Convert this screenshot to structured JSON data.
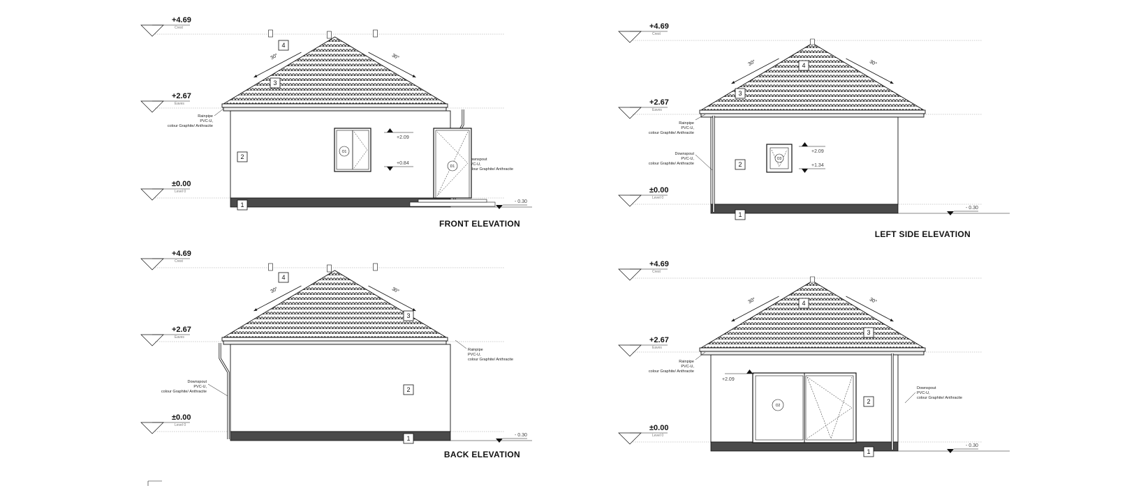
{
  "elevations": [
    {
      "title": "FRONT ELEVATION",
      "levels": [
        {
          "value": "+4.69",
          "label": "Crest"
        },
        {
          "value": "+2.67",
          "label": "Eaves"
        },
        {
          "value": "±0.00",
          "label": "Level 0"
        }
      ],
      "ground_level": "- 0.30",
      "roof_pitch": [
        "30°",
        "30°"
      ],
      "callouts": [
        "4",
        "3",
        "2",
        "1"
      ],
      "annotations": {
        "rainpipe": [
          "Rainpipe",
          "PVC-U,",
          "colour Graphite/ Anthracite"
        ],
        "downspout": [
          "Downspout",
          "PVC-U,",
          "colour Graphite/ Anthracite"
        ]
      },
      "openings": [
        {
          "tag": "O1",
          "type": "window",
          "head": "+2.09",
          "sill": "+0.84"
        },
        {
          "tag": "D1",
          "type": "door"
        }
      ]
    },
    {
      "title": "LEFT SIDE ELEVATION",
      "levels": [
        {
          "value": "+4.69",
          "label": "Crest"
        },
        {
          "value": "+2.67",
          "label": "Eaves"
        },
        {
          "value": "±0.00",
          "label": "Level 0"
        }
      ],
      "ground_level": "- 0.30",
      "roof_pitch": [
        "30°",
        "30°"
      ],
      "callouts": [
        "4",
        "3",
        "2",
        "1"
      ],
      "annotations": {
        "rainpipe": [
          "Rainpipe",
          "PVC-U,",
          "colour Graphite/ Anthracite"
        ],
        "downspout": [
          "Downspout",
          "PVC-U,",
          "colour Graphite/ Anthracite"
        ]
      },
      "openings": [
        {
          "tag": "O3",
          "type": "window",
          "head": "+2.09",
          "sill": "+1.34"
        }
      ]
    },
    {
      "title": "BACK ELEVATION",
      "levels": [
        {
          "value": "+4.69",
          "label": "Crest"
        },
        {
          "value": "+2.67",
          "label": "Eaves"
        },
        {
          "value": "±0.00",
          "label": "Level 0"
        }
      ],
      "ground_level": "- 0.30",
      "roof_pitch": [
        "30°",
        "30°"
      ],
      "callouts": [
        "4",
        "3",
        "2",
        "1"
      ],
      "annotations": {
        "rainpipe": [
          "Rainpipe",
          "PVC-U,",
          "colour Graphite/ Anthracite"
        ],
        "downspout": [
          "Downspout",
          "PVC-U,",
          "colour Graphite/ Anthracite"
        ]
      },
      "openings": []
    },
    {
      "title": "",
      "levels": [
        {
          "value": "+4.69",
          "label": "Crest"
        },
        {
          "value": "+2.67",
          "label": "Eaves"
        },
        {
          "value": "±0.00",
          "label": "Level 0"
        }
      ],
      "ground_level": "- 0.30",
      "roof_pitch": [
        "30°",
        "30°"
      ],
      "callouts": [
        "4",
        "3",
        "2",
        "1"
      ],
      "annotations": {
        "rainpipe": [
          "Rainpipe",
          "PVC-U,",
          "colour Graphite/ Anthracite"
        ],
        "downspout": [
          "Downspout",
          "PVC-U,",
          "colour Graphite/ Anthracite"
        ]
      },
      "openings": [
        {
          "tag": "O2",
          "type": "sliding-door",
          "head": "+2.09"
        }
      ]
    }
  ],
  "colors": {
    "line": "#111111",
    "plinth": "#4a4a4a",
    "roof_tile": "#222222",
    "guide": "#9a9a9a"
  }
}
